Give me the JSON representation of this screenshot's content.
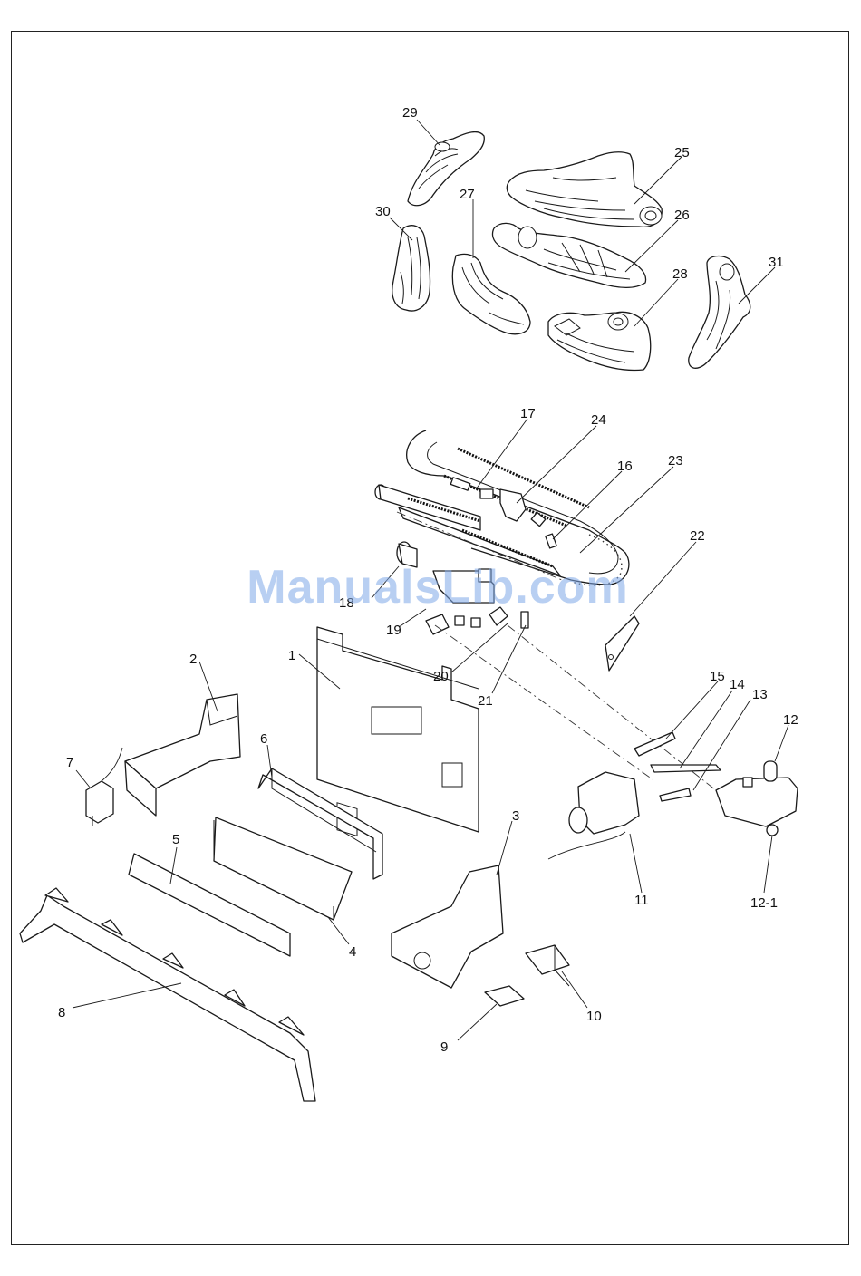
{
  "watermark": "ManualsLib.com",
  "part_labels": {
    "p1": "1",
    "p2": "2",
    "p3": "3",
    "p4": "4",
    "p5": "5",
    "p6": "6",
    "p7": "7",
    "p8": "8",
    "p9": "9",
    "p10": "10",
    "p11": "11",
    "p12": "12",
    "p12_1": "12-1",
    "p13": "13",
    "p14": "14",
    "p15": "15",
    "p16": "16",
    "p17": "17",
    "p18": "18",
    "p19": "19",
    "p20": "20",
    "p21": "21",
    "p22": "22",
    "p23": "23",
    "p24": "24",
    "p25": "25",
    "p26": "26",
    "p27": "27",
    "p28": "28",
    "p29": "29",
    "p30": "30",
    "p31": "31"
  }
}
